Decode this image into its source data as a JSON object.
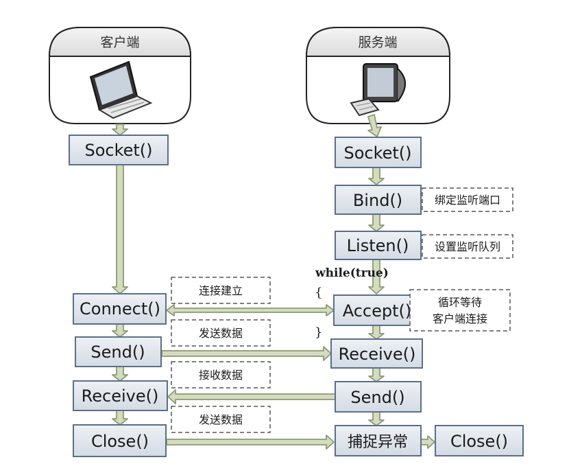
{
  "client": {
    "title": "客户端",
    "icon": "laptop-icon",
    "steps": [
      "Socket()",
      "Connect()",
      "Send()",
      "Receive()",
      "Close()"
    ]
  },
  "server": {
    "title": "服务端",
    "icon": "desktop-computer-icon",
    "steps": [
      "Socket()",
      "Bind()",
      "Listen()",
      "Accept()",
      "Receive()",
      "Send()",
      "捕捉异常",
      "Close()"
    ]
  },
  "notes": {
    "bind": "绑定监听端口",
    "listen": "设置监听队列",
    "accept_line1": "循环等待",
    "accept_line2": "客户端连接",
    "connect": "连接建立",
    "send1": "发送数据",
    "recv": "接收数据",
    "send2": "发送数据"
  },
  "loop": {
    "label": "while(true)",
    "open": "{",
    "close": "}"
  },
  "colors": {
    "box_fill": "#dfe5ec",
    "box_stroke": "#5a6f88",
    "arrow_fill": "#d3dcc0",
    "arrow_stroke": "#8c9a70"
  }
}
